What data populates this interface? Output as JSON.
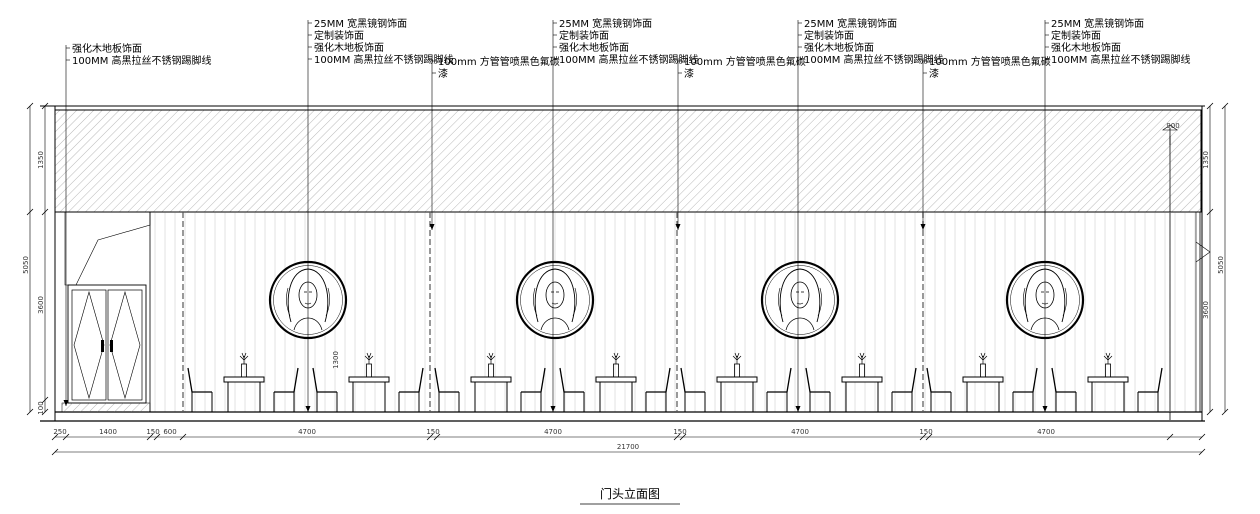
{
  "title": "门头立面图",
  "callouts": [
    {
      "lines": [
        "强化木地板饰面",
        "100MM 高黑拉丝不锈钢踢脚线"
      ]
    },
    {
      "lines": [
        "25MM 宽黑镜钢饰面",
        "定制装饰面",
        "强化木地板饰面",
        "100MM 高黑拉丝不锈钢踢脚线"
      ]
    },
    {
      "lines": [
        "100mm 方管管喷黑色氟碳",
        "漆"
      ]
    },
    {
      "lines": [
        "25MM 宽黑镜钢饰面",
        "定制装饰面",
        "强化木地板饰面",
        "100MM 高黑拉丝不锈钢踢脚线"
      ]
    },
    {
      "lines": [
        "100mm 方管管喷黑色氟碳",
        "漆"
      ]
    },
    {
      "lines": [
        "25MM 宽黑镜钢饰面",
        "定制装饰面",
        "强化木地板饰面",
        "100MM 高黑拉丝不锈钢踢脚线"
      ]
    },
    {
      "lines": [
        "100mm 方管管喷黑色氟碳",
        "漆"
      ]
    },
    {
      "lines": [
        "25MM 宽黑镜钢饰面",
        "定制装饰面",
        "强化木地板饰面",
        "100MM 高黑拉丝不锈钢踢脚线"
      ]
    }
  ],
  "dimensions": {
    "bottom": [
      "250",
      "1400",
      "150",
      "600",
      "4700",
      "150",
      "4700",
      "150",
      "4700",
      "150",
      "4700"
    ],
    "total": "21700",
    "left": [
      "1350",
      "3600",
      "100",
      "5050"
    ],
    "right": [
      "1350",
      "3600",
      "5050"
    ],
    "inner": [
      "1300",
      "900"
    ]
  },
  "colors": {
    "line": "#000000",
    "hatch": "#7a7a7a",
    "muted": "#9a9a9a"
  }
}
